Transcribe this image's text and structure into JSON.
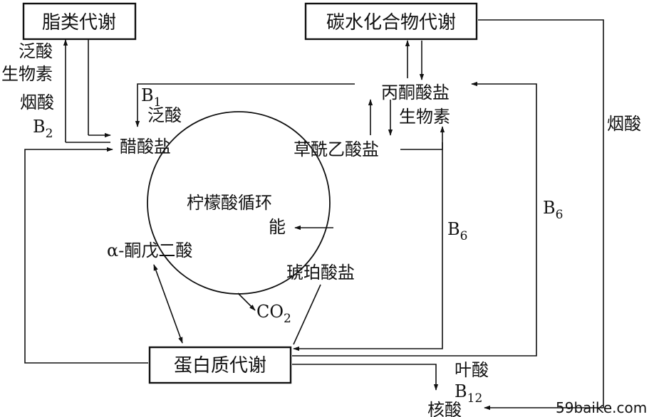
{
  "boxes": {
    "lipid": "脂类代谢",
    "carbohydrate": "碳水化合物代谢",
    "protein": "蛋白质代谢"
  },
  "cycle": {
    "name": "柠檬酸循环",
    "energy": "能",
    "acetate": "醋酸盐",
    "oxaloacetate": "草酰乙酸盐",
    "ketoglutarate": "α-酮戊二酸",
    "succinate": "琥珀酸盐",
    "co2_base": "CO",
    "co2_sub": "2"
  },
  "pyruvate": "丙酮酸盐",
  "labels": {
    "lipid_vitamins": [
      "泛酸",
      "生物素",
      "烟酸"
    ],
    "b2_base": "B",
    "b2_sub": "2",
    "b1_base": "B",
    "b1_sub": "1",
    "pantothenic": "泛酸",
    "biotin": "生物素",
    "b6_base": "B",
    "b6_sub": "6",
    "niacin": "烟酸",
    "folic": "叶酸",
    "b12_base": "B",
    "b12_sub": "12",
    "nucleic": "核酸"
  },
  "watermark": "59baike.com"
}
